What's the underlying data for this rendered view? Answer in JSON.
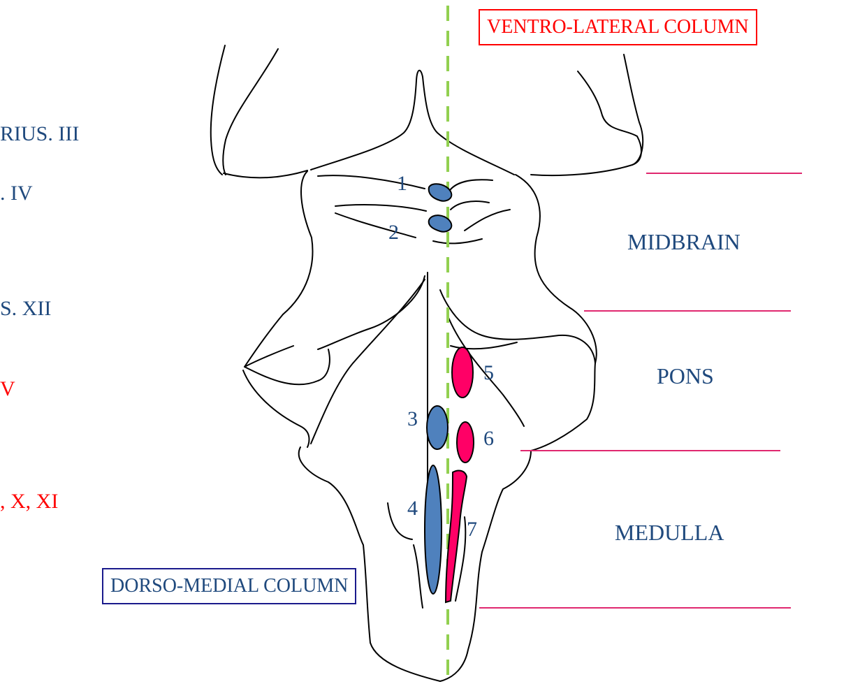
{
  "colors": {
    "outline": "#000000",
    "somatic_nucleus": "#4f81bd",
    "visceral_nucleus": "#ff0066",
    "dark_blue_text": "#1f497d",
    "red_text": "#ff0000",
    "midline": "#92d050",
    "region_line": "#e0286f",
    "dorso_box_border": "#1a1a8c"
  },
  "left_list": [
    {
      "text": "RIUS. III",
      "color": "#1f497d"
    },
    {
      "text": ". IV",
      "color": "#1f497d"
    },
    {
      "text": "S. XII",
      "color": "#1f497d"
    },
    {
      "text": "V",
      "color": "#ff0000"
    },
    {
      "text": ", X, XI",
      "color": "#ff0000"
    }
  ],
  "regions": {
    "midbrain": "MIDBRAIN",
    "pons": "PONS",
    "medulla": "MEDULLA"
  },
  "boxes": {
    "ventro_lateral": "VENTRO-LATERAL COLUMN",
    "dorso_medial": "DORSO-MEDIAL COLUMN"
  },
  "nucleus_numbers": [
    "1",
    "2",
    "3",
    "4",
    "5",
    "6",
    "7"
  ]
}
